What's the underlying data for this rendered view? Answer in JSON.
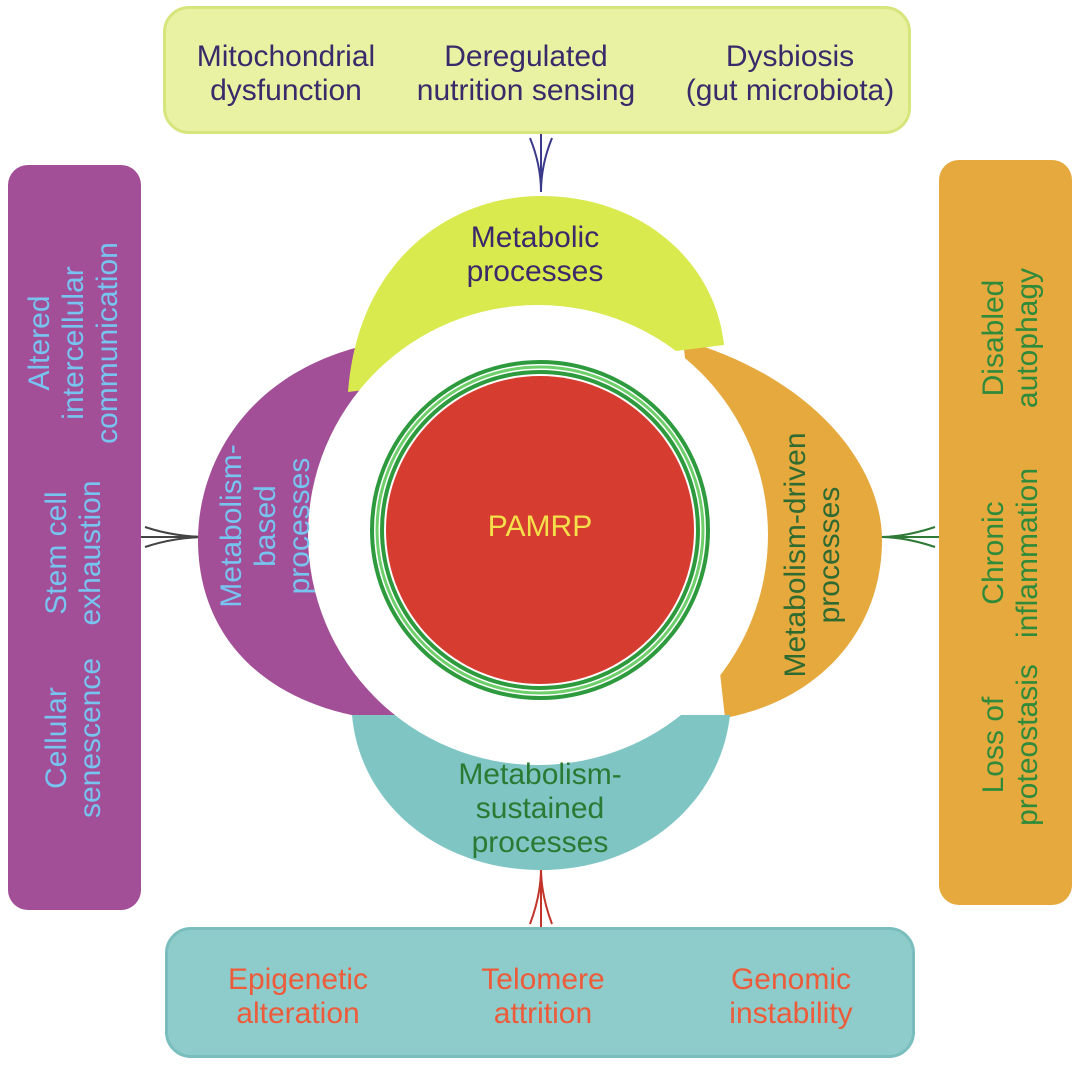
{
  "top_box": {
    "items": [
      {
        "line1": "Mitochondrial",
        "line2": "dysfunction"
      },
      {
        "line1": "Deregulated",
        "line2": "nutrition sensing"
      },
      {
        "line1": "Dysbiosis",
        "line2": "(gut microbiota)"
      }
    ]
  },
  "bottom_box": {
    "items": [
      {
        "line1": "Epigenetic",
        "line2": "alteration"
      },
      {
        "line1": "Telomere",
        "line2": "attrition"
      },
      {
        "line1": "Genomic",
        "line2": "instability"
      }
    ]
  },
  "left_box": {
    "items": [
      {
        "line1": "Altered",
        "line2": "intercellular",
        "line3": "communication"
      },
      {
        "line1": "Stem cell",
        "line2": "exhaustion"
      },
      {
        "line1": "Cellular",
        "line2": "senescence"
      }
    ]
  },
  "right_box": {
    "items": [
      {
        "line1": "Disabled",
        "line2": "autophagy"
      },
      {
        "line1": "Chronic",
        "line2": "inflammation"
      },
      {
        "line1": "Loss of",
        "line2": "proteostasis"
      }
    ]
  },
  "petals": {
    "top": {
      "line1": "Metabolic",
      "line2": "processes"
    },
    "left": {
      "line1": "Metabolism-",
      "line2": "based",
      "line3": "processes"
    },
    "right": {
      "line1": "Metabolism-driven",
      "line2": "processes"
    },
    "bottom": {
      "line1": "Metabolism-",
      "line2": "sustained",
      "line3": "processes"
    }
  },
  "center": {
    "label": "PAMRP"
  },
  "colors": {
    "top_petal": "#d9ea4e",
    "left_petal": "#a24f97",
    "right_petal": "#e6a93e",
    "bottom_petal": "#7fc5c4",
    "center_fill": "#d63c2f",
    "center_ring": "#2e9a3e",
    "center_text": "#f4e04a"
  }
}
